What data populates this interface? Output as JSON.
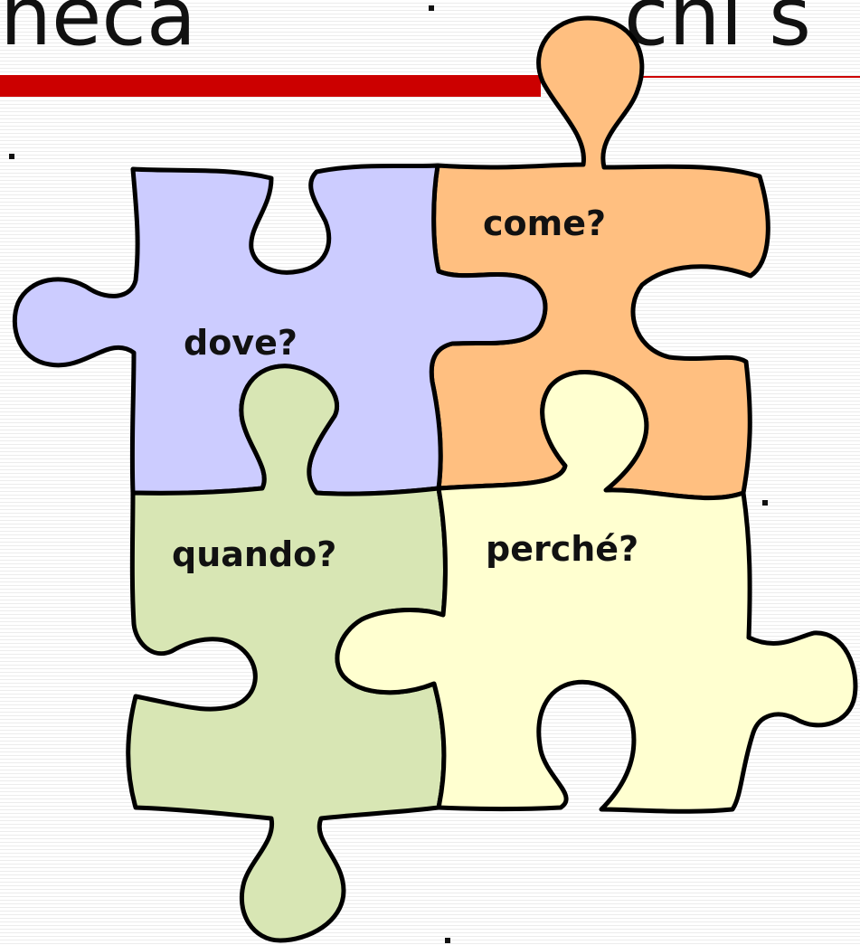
{
  "title": {
    "left_fragment": "neca",
    "right_fragment": "chi s"
  },
  "colors": {
    "title_bar": "#cc0000",
    "title_line": "#cc0000",
    "piece_dove": "#ccccff",
    "piece_come": "#ffbf80",
    "piece_quando": "#d8e6b4",
    "piece_perche": "#ffffd0",
    "outline": "#000000"
  },
  "pieces": [
    {
      "id": "dove",
      "label": "dove?"
    },
    {
      "id": "come",
      "label": "come?"
    },
    {
      "id": "quando",
      "label": "quando?"
    },
    {
      "id": "perche",
      "label": "perché?"
    }
  ]
}
